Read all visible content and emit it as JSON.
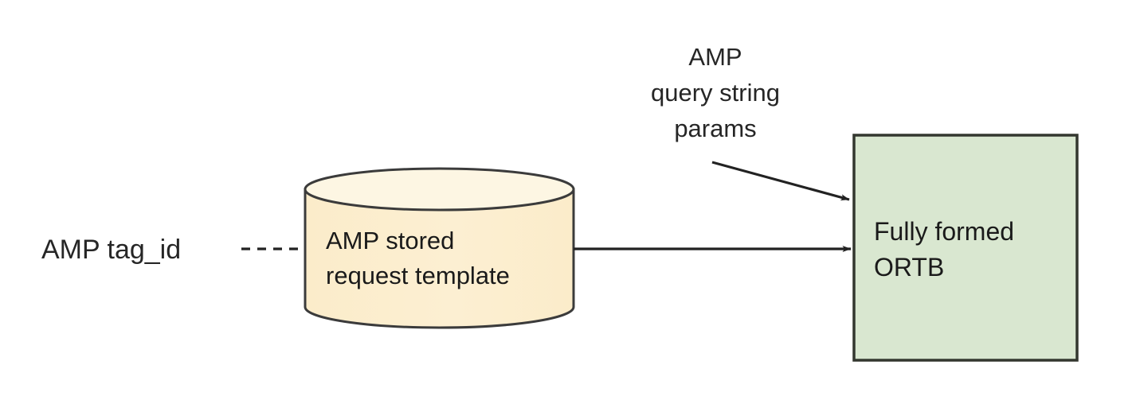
{
  "diagram": {
    "background_color": "#ffffff",
    "stroke_color": "#333333",
    "text_color": "#1a1a1a",
    "nodes": [
      {
        "id": "amp-tag-id",
        "type": "text-label",
        "label": "AMP tag_id",
        "fill": "none"
      },
      {
        "id": "amp-stored-request-template",
        "type": "cylinder",
        "label_line1": "AMP stored",
        "label_line2": "request template",
        "fill": "#fbecca",
        "top_fill": "#fdf6e3",
        "stroke": "#333333"
      },
      {
        "id": "amp-query-string-params",
        "type": "text-label",
        "label_line1": "AMP",
        "label_line2": "query string",
        "label_line3": "params",
        "fill": "none"
      },
      {
        "id": "fully-formed-ortb",
        "type": "rectangle",
        "label_line1": "Fully formed",
        "label_line2": "ORTB",
        "fill": "#d9e7d0",
        "stroke": "#333333"
      }
    ],
    "edges": [
      {
        "id": "tag-id-to-template",
        "from": "amp-tag-id",
        "to": "amp-stored-request-template",
        "style": "dashed",
        "arrowhead": "none"
      },
      {
        "id": "template-to-ortb",
        "from": "amp-stored-request-template",
        "to": "fully-formed-ortb",
        "style": "solid",
        "arrowhead": "triangle"
      },
      {
        "id": "params-to-ortb",
        "from": "amp-query-string-params",
        "to": "fully-formed-ortb",
        "style": "solid",
        "arrowhead": "triangle"
      }
    ]
  }
}
